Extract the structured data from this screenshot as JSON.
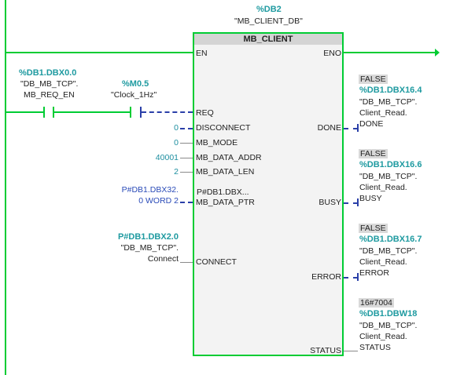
{
  "block": {
    "instance_address": "%DB2",
    "instance_name": "\"MB_CLIENT_DB\"",
    "title": "MB_CLIENT",
    "pins_in": {
      "en": "EN",
      "req": "REQ",
      "disconnect": "DISCONNECT",
      "mb_mode": "MB_MODE",
      "mb_data_addr": "MB_DATA_ADDR",
      "mb_data_len": "MB_DATA_LEN",
      "mb_data_ptr": "MB_DATA_PTR",
      "connect": "CONNECT"
    },
    "pins_out": {
      "eno": "ENO",
      "done": "DONE",
      "busy": "BUSY",
      "error": "ERROR",
      "status": "STATUS"
    },
    "ptr_inner": "P#DB1.DBX..."
  },
  "contacts": {
    "c1": {
      "address": "%DB1.DBX0.0",
      "name1": "\"DB_MB_TCP\".",
      "name2": "MB_REQ_EN"
    },
    "c2": {
      "address": "%M0.5",
      "name1": "\"Clock_1Hz\""
    }
  },
  "inputs": {
    "disconnect": "0",
    "mb_mode": "0",
    "mb_data_addr": "40001",
    "mb_data_len": "2",
    "mb_data_ptr_1": "P#DB1.DBX32.",
    "mb_data_ptr_2": "0 WORD 2",
    "connect_address": "P#DB1.DBX2.0",
    "connect_name1": "\"DB_MB_TCP\".",
    "connect_name2": "Connect"
  },
  "outputs": {
    "done": {
      "value": "FALSE",
      "address": "%DB1.DBX16.4",
      "name1": "\"DB_MB_TCP\".",
      "name2": "Client_Read.",
      "name3": "DONE"
    },
    "busy": {
      "value": "FALSE",
      "address": "%DB1.DBX16.6",
      "name1": "\"DB_MB_TCP\".",
      "name2": "Client_Read.",
      "name3": "BUSY"
    },
    "error": {
      "value": "FALSE",
      "address": "%DB1.DBX16.7",
      "name1": "\"DB_MB_TCP\".",
      "name2": "Client_Read.",
      "name3": "ERROR"
    },
    "status": {
      "value": "16#7004",
      "address": "%DB1.DBW18",
      "name1": "\"DB_MB_TCP\".",
      "name2": "Client_Read.",
      "name3": "STATUS"
    }
  },
  "colors": {
    "powerflow": "#00cc33",
    "address": "#1e9aa0",
    "dashed": "#2a3fa8"
  }
}
